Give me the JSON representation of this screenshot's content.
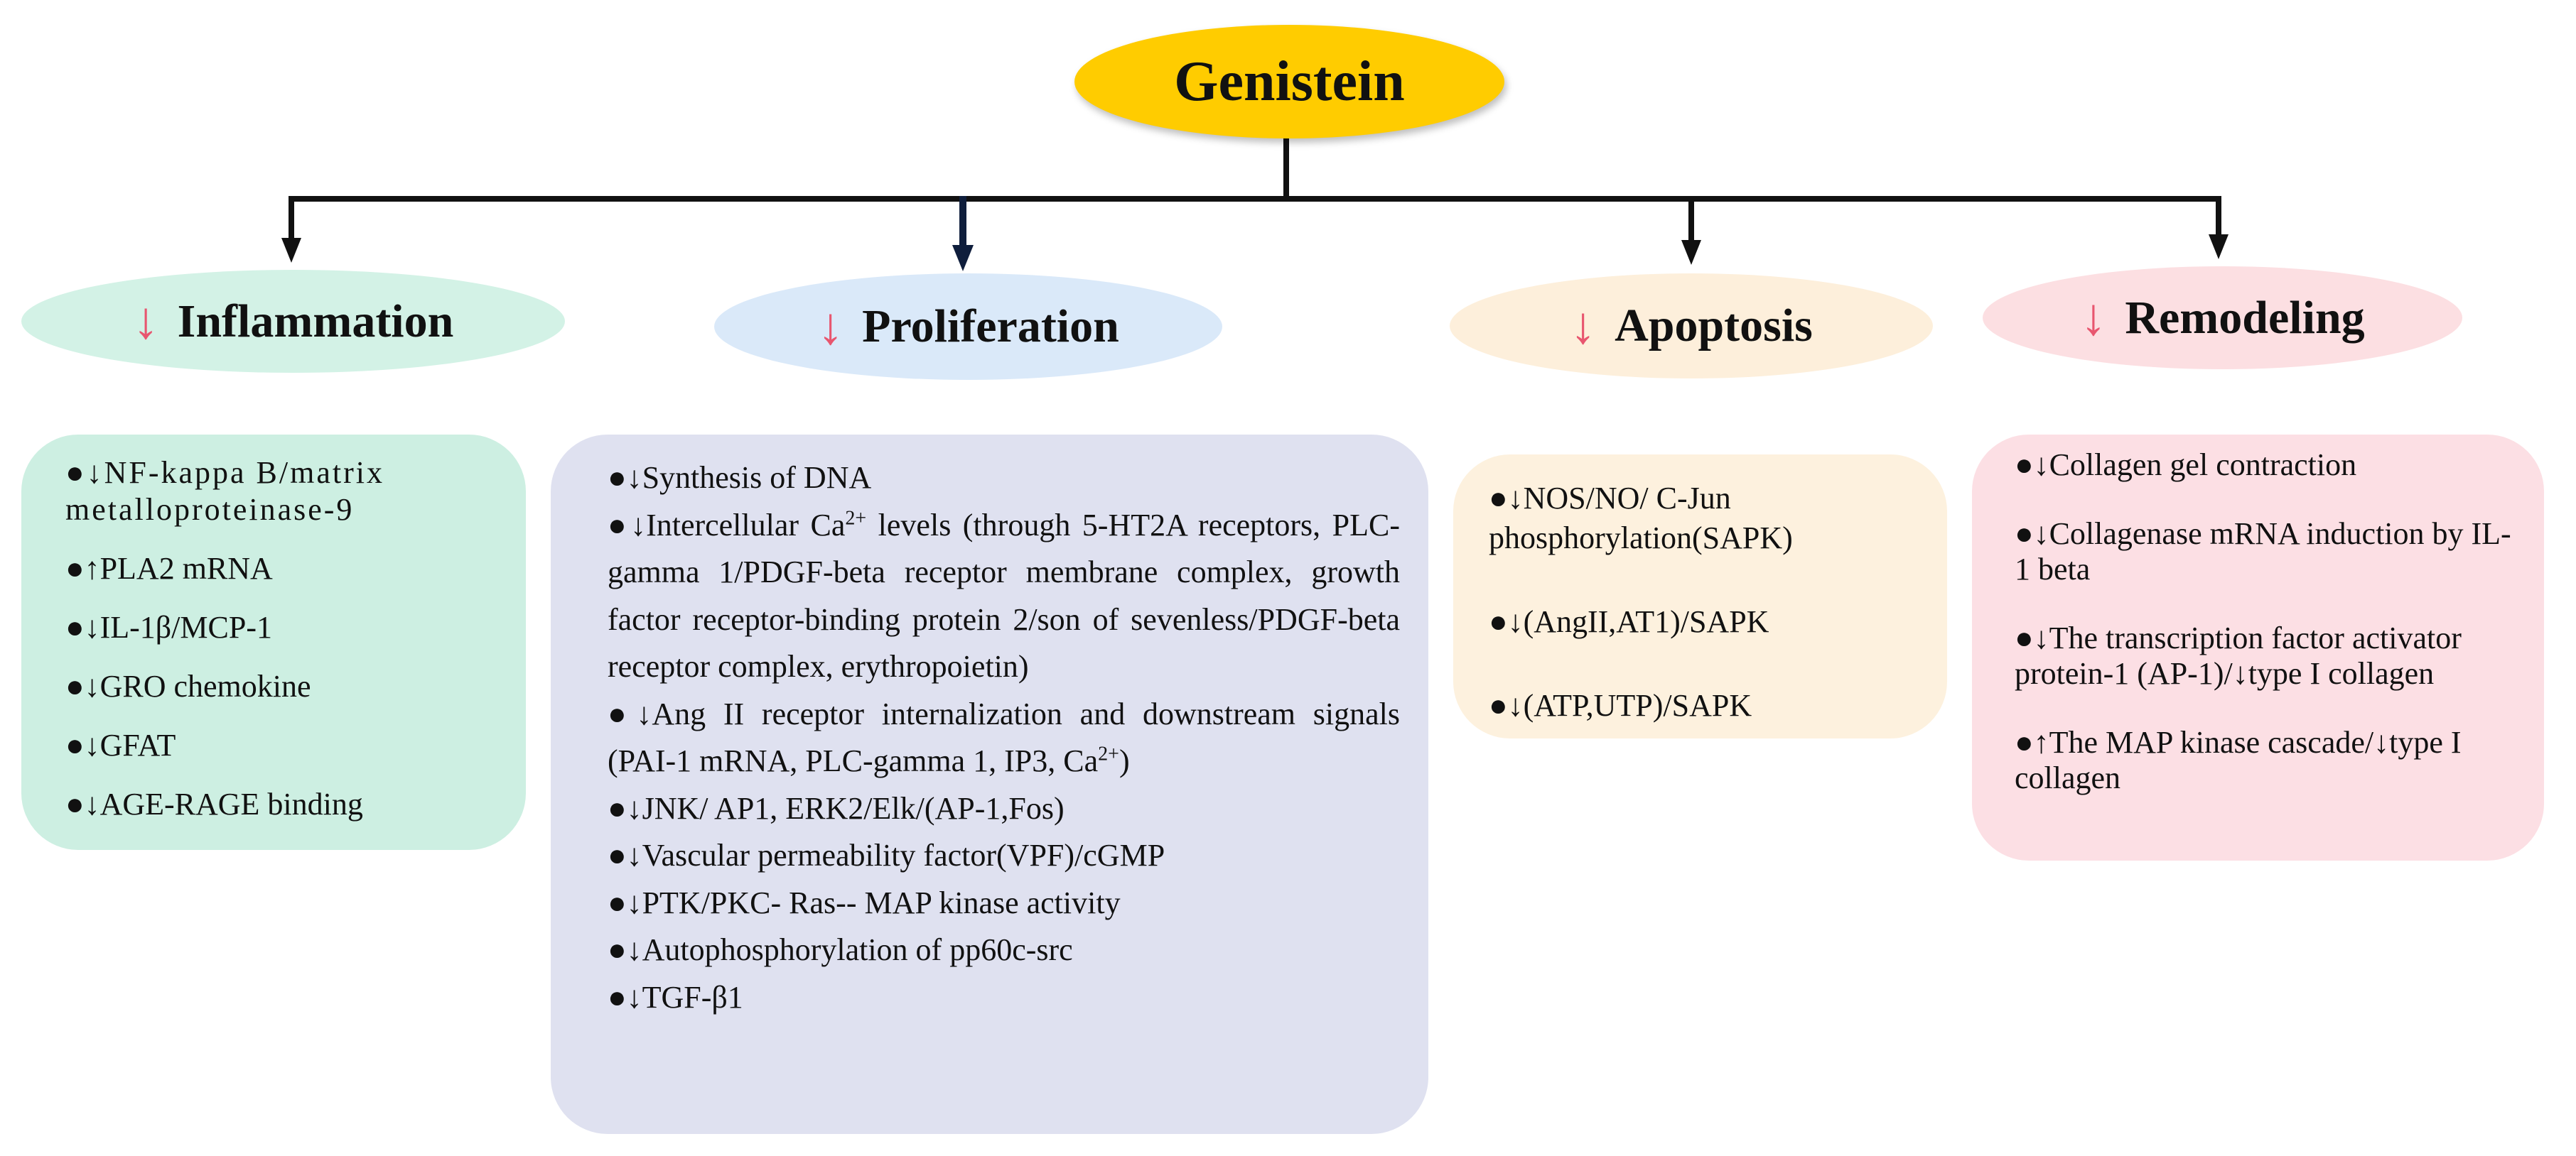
{
  "root": {
    "label": "Genistein"
  },
  "down_arrow_glyph": "↓",
  "colors": {
    "root_fill": "#FFCC00",
    "arrow_red": "#E8566F",
    "inflammation": "#D3F2E6",
    "proliferation": "#DAE9F9",
    "apoptosis": "#FDEFDB",
    "remodeling": "#FCDFE2",
    "inflammation_box": "#CDEFE2",
    "proliferation_box": "#DFE1F0",
    "apoptosis_box": "#FDF1DE",
    "remodeling_box": "#FCDFE4"
  },
  "categories": [
    {
      "label": "Inflammation",
      "items": [
        "↓NF-kappa B/matrix metalloproteinase-9",
        "↑PLA2 mRNA",
        "↓IL-1β/MCP-1",
        "↓GRO chemokine",
        "↓GFAT",
        "↓AGE-RAGE binding"
      ]
    },
    {
      "label": "Proliferation",
      "items": [
        "↓Synthesis of DNA",
        {
          "before": "↓Intercellular Ca",
          "sup": "2+",
          "after": " levels (through 5-HT2A receptors, PLC-gamma 1/PDGF-beta receptor membrane complex, growth factor receptor-binding protein 2/son of sevenless/PDGF-beta receptor complex, erythropoietin)"
        },
        {
          "before": "↓Ang II receptor internalization and downstream signals (PAI-1 mRNA, PLC-gamma 1, IP3, Ca",
          "sup": "2+",
          "after": ")"
        },
        "↓JNK/ AP1, ERK2/Elk/(AP-1,Fos)",
        "↓Vascular permeability factor(VPF)/cGMP",
        "↓PTK/PKC- Ras-- MAP kinase activity",
        "↓Autophosphorylation of pp60c-src",
        "↓TGF-β1"
      ]
    },
    {
      "label": "Apoptosis",
      "items": [
        "↓NOS/NO/ C-Jun phosphorylation(SAPK)",
        "↓(AngII,AT1)/SAPK",
        "↓(ATP,UTP)/SAPK"
      ]
    },
    {
      "label": "Remodeling",
      "items": [
        "↓Collagen gel contraction",
        "↓Collagenase mRNA induction by IL-1 beta",
        "↓The transcription factor activator protein-1 (AP-1)/↓type I collagen",
        "↑The MAP kinase cascade/↓type I collagen"
      ]
    }
  ]
}
